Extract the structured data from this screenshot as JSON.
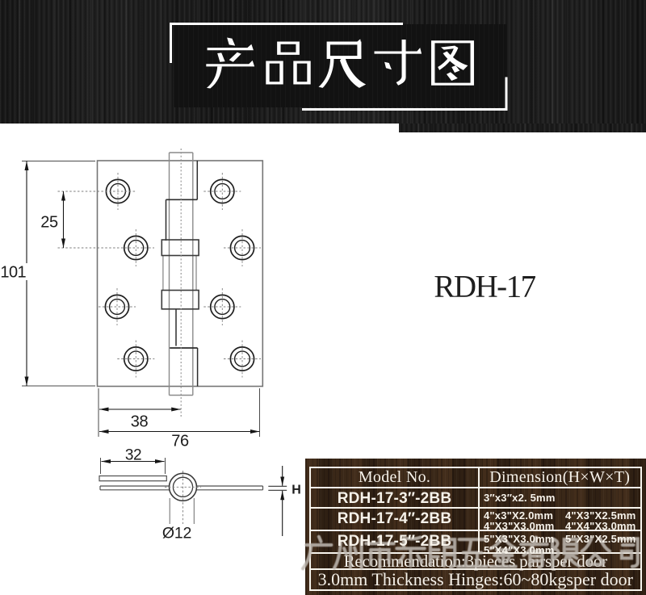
{
  "banner": {
    "title": "产品尺寸图",
    "box_color": "#121212",
    "frame_color": "#ffffff"
  },
  "product_label": "RDH-17",
  "drawing": {
    "front_view": {
      "height": "101",
      "hole_pitch": "25",
      "pin_offset": "38",
      "width": "76"
    },
    "side_view": {
      "leaf_width": "32",
      "pin_diameter": "Ø12",
      "thickness": "H"
    }
  },
  "table": {
    "headers": {
      "model": "Model No.",
      "dimension": "Dimension(H×W×T)"
    },
    "rows": [
      {
        "model": "RDH-17-3″-2BB",
        "dims": [
          "3″x3″x2. 5mm"
        ]
      },
      {
        "model": "RDH-17-4″-2BB",
        "dims": [
          "4\"x3\"X2.0mm",
          "4\"X3\"X2.5mm",
          "4\"X3\"X3.0mm",
          "4\"X4\"X3.0mm"
        ]
      },
      {
        "model": "RDH-17-5″-2BB",
        "dims": [
          "5\"X3\"X3.0mm",
          "5\"X3\"X2.5mm",
          "5\"X4\"X3.0mm"
        ]
      }
    ],
    "notes": [
      "Recommendation:3pieces pairsper door",
      "3.0mm Thickness Hinges:60~80kgsper door"
    ]
  },
  "watermark": "广州市乐朗五金有限公司",
  "colors": {
    "banner_bg": "#1b1b1b",
    "wood_bg": "#342319",
    "table_border": "#f7f4ed",
    "line_gray": "#757575",
    "dim_black": "#151515"
  }
}
